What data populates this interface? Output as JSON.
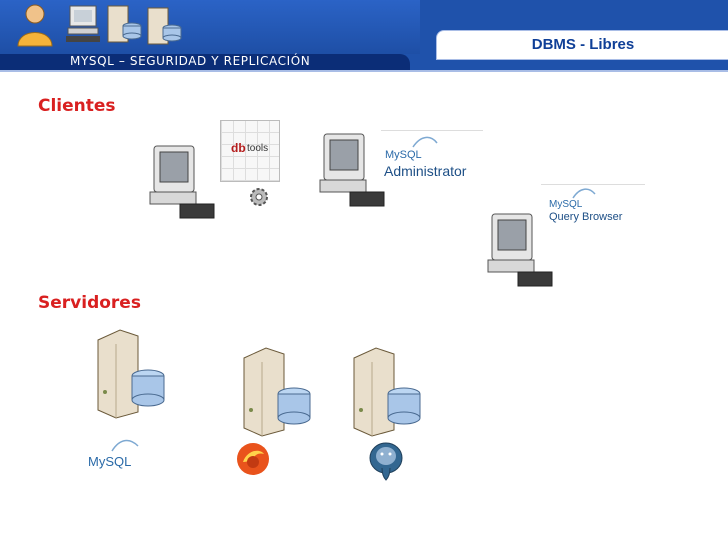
{
  "header": {
    "title": "DBMS - Libres",
    "subtitle": "MYSQL – SEGURIDAD Y REPLICACIÓN"
  },
  "sections": {
    "clients": "Clientes",
    "servers": "Servidores"
  },
  "logos": {
    "dbtools_db": "db",
    "dbtools_tools": "tools",
    "mysql_admin_brand": "MySQL",
    "mysql_admin_product": "Administrator",
    "mysql_qb_brand": "MySQL",
    "mysql_qb_product": "Query Browser",
    "mysql_server_brand": "MySQL"
  }
}
